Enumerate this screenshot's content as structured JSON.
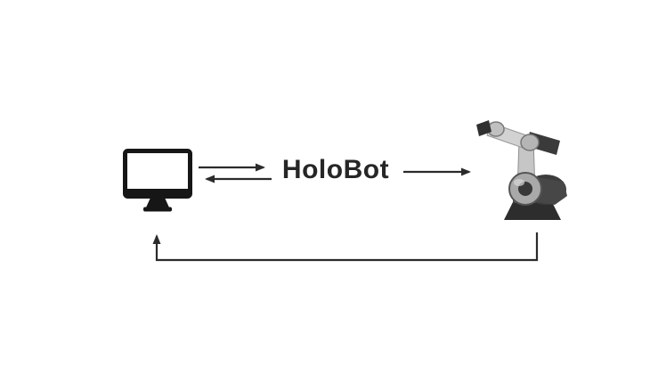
{
  "diagram": {
    "center_label": "HoloBot",
    "nodes": [
      {
        "id": "computer",
        "kind": "monitor-icon",
        "position": "left"
      },
      {
        "id": "holobot",
        "kind": "text-label",
        "label": "HoloBot",
        "position": "center"
      },
      {
        "id": "robot-arm",
        "kind": "industrial-robot-image",
        "position": "right"
      }
    ],
    "edges": [
      {
        "from": "computer",
        "to": "holobot",
        "style": "straight-arrow",
        "direction": "right"
      },
      {
        "from": "holobot",
        "to": "computer",
        "style": "straight-arrow",
        "direction": "left"
      },
      {
        "from": "holobot",
        "to": "robot-arm",
        "style": "straight-arrow",
        "direction": "right"
      },
      {
        "from": "robot-arm",
        "to": "computer",
        "style": "orthogonal-feedback-loop",
        "direction": "down-left-up"
      }
    ],
    "colors": {
      "background": "#ffffff",
      "line": "#2b2b2b",
      "text": "#262626",
      "monitor_icon": "#161616",
      "robot_dark": "#303030",
      "robot_light": "#c8c8c8"
    }
  }
}
